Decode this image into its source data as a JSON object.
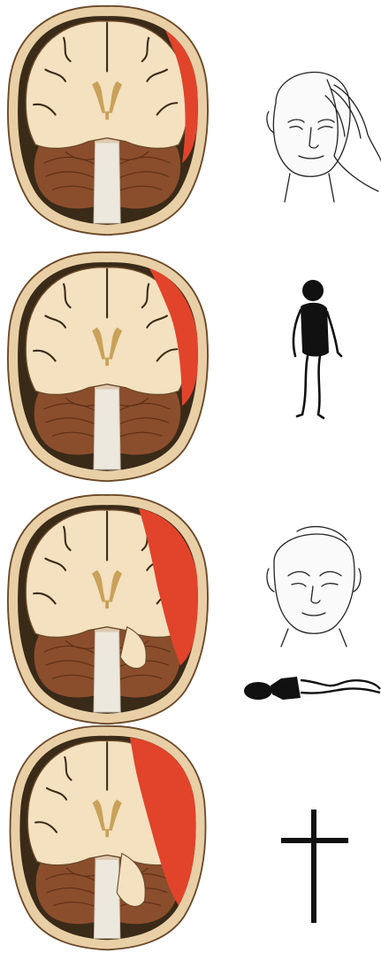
{
  "colors": {
    "skull": "#e8cfa6",
    "skull_outline": "#6b4a2a",
    "brain": "#f3e1bf",
    "fissure": "#3a2a18",
    "ventricle": "#c9a15a",
    "cerebellum": "#8a4e2c",
    "cerebellum_line": "#5e2f17",
    "brainstem": "#ece8de",
    "hematoma": "#e2432b",
    "ink": "#111111"
  },
  "stages": [
    {
      "hematoma_size": 0.15,
      "symptom_icon": "headache-face-icon"
    },
    {
      "hematoma_size": 0.3,
      "symptom_icon": "stumbling-figure-icon"
    },
    {
      "hematoma_size": 0.55,
      "symptom_icon": "drowsy-face-icon",
      "extra_icon": "blood-pressure-cuff-icon"
    },
    {
      "hematoma_size": 0.85,
      "symptom_icon": "death-cross-icon"
    }
  ]
}
